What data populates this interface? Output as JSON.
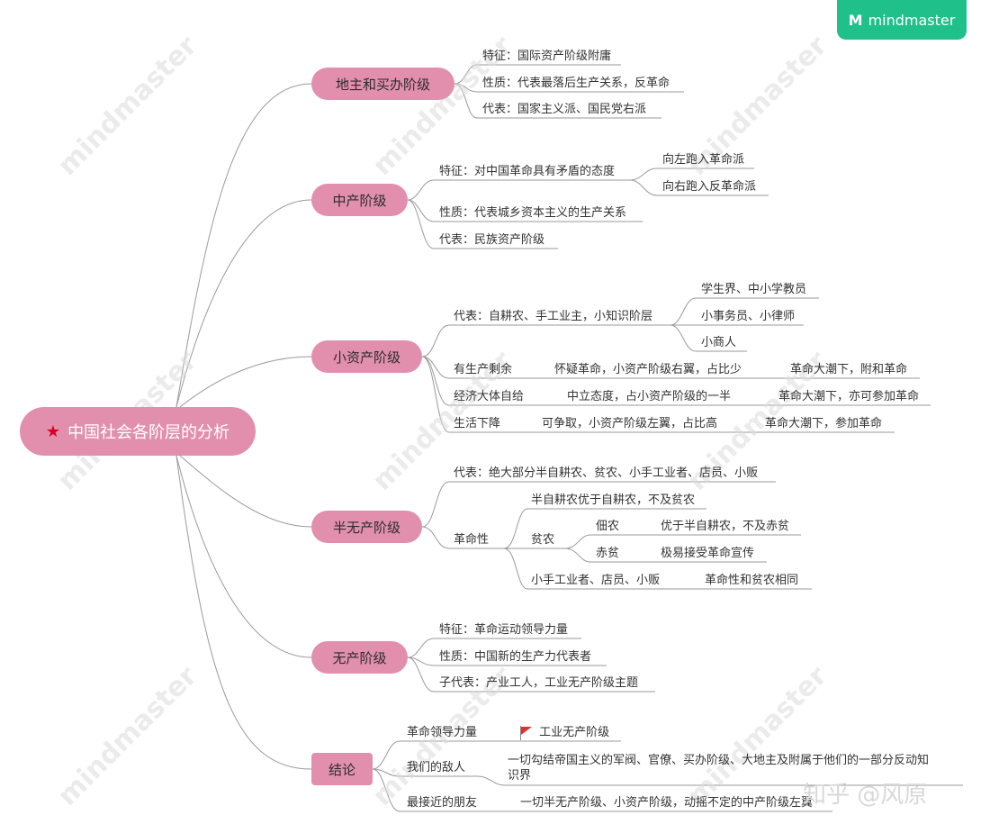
{
  "brand": {
    "logo_text": "mindmaster",
    "logo_symbol": "M"
  },
  "watermark_text": "mindmaster",
  "corner_text": "知乎 @风原",
  "root": {
    "label": "中国社会各阶层的分析",
    "icon": "star-icon"
  },
  "branches": {
    "dizhu": {
      "label": "地主和买办阶级",
      "items": [
        "特征：国际资产阶级附庸",
        "性质：代表最落后生产关系，反革命",
        "代表：国家主义派、国民党右派"
      ]
    },
    "zhongchan": {
      "label": "中产阶级",
      "feature": "特征：对中国革命具有矛盾的态度",
      "feature_subs": [
        "向左跑入革命派",
        "向右跑入反革命派"
      ],
      "nature": "性质：代表城乡资本主义的生产关系",
      "rep": "代表：民族资产阶级"
    },
    "xiaozichan": {
      "label": "小资产阶级",
      "rep": "代表：自耕农、手工业主，小知识阶层",
      "rep_subs": [
        "学生界、中小学教员",
        "小事务员、小律师",
        "小商人"
      ],
      "rows": [
        {
          "a": "有生产剩余",
          "b": "怀疑革命，小资产阶级右翼，占比少",
          "c": "革命大潮下，附和革命"
        },
        {
          "a": "经济大体自给",
          "b": "中立态度，占小资产阶级的一半",
          "c": "革命大潮下，亦可参加革命"
        },
        {
          "a": "生活下降",
          "b": "可争取，小资产阶级左翼，占比高",
          "c": "革命大潮下，参加革命"
        }
      ]
    },
    "banwuchan": {
      "label": "半无产阶级",
      "rep": "代表：绝大部分半自耕农、贫农、小手工业者、店员、小贩",
      "rev": "革命性",
      "rev1": "半自耕农优于自耕农，不及贫农",
      "pinnong": "贫农",
      "dian": "佃农",
      "dian_desc": "优于半自耕农，不及赤贫",
      "chi": "赤贫",
      "chi_desc": "极易接受革命宣传",
      "shou": "小手工业者、店员、小贩",
      "shou_desc": "革命性和贫农相同"
    },
    "wuchan": {
      "label": "无产阶级",
      "items": [
        "特征：革命运动领导力量",
        "性质：中国新的生产力代表者",
        "子代表：产业工人，工业无产阶级主题"
      ]
    },
    "jielun": {
      "label": "结论",
      "lead": "革命领导力量",
      "lead_val": "工业无产阶级",
      "enemy": "我们的敌人",
      "enemy_val_1": "一切勾结帝国主义的军阀、官僚、买办阶级、大地主及附属于他们的一部分反动知",
      "enemy_val_2": "识界",
      "friend": "最接近的朋友",
      "friend_val": "一切半无产阶级、小资产阶级，动摇不定的中产阶级左翼"
    }
  }
}
